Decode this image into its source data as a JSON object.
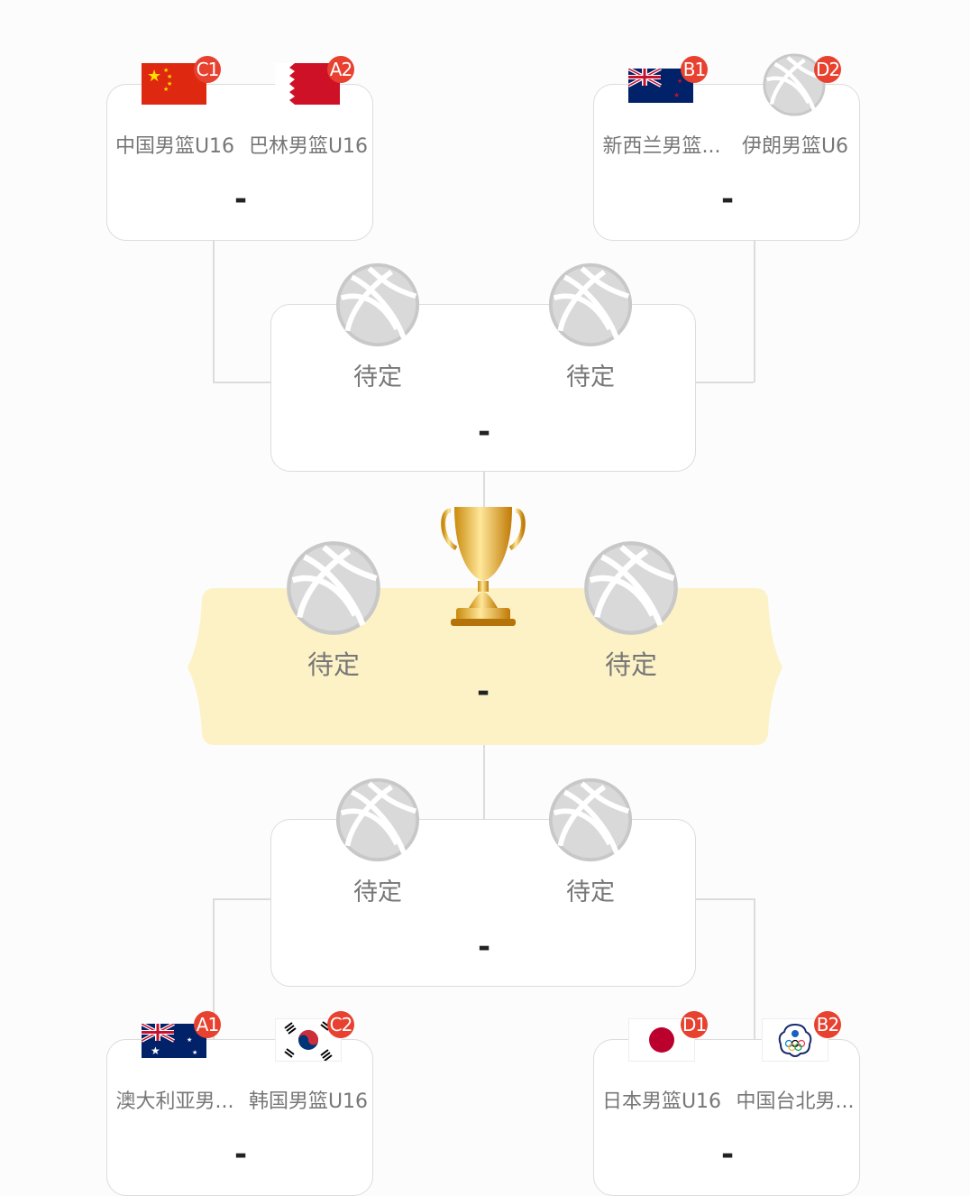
{
  "quarterfinals": [
    {
      "position": "top-left",
      "home": {
        "name": "中国男篮U16",
        "seed": "C1",
        "flag": "china-flag"
      },
      "away": {
        "name": "巴林男篮U16",
        "seed": "A2",
        "flag": "bahrain-flag"
      },
      "score": "-"
    },
    {
      "position": "top-right",
      "home": {
        "name": "新西兰男篮...",
        "seed": "B1",
        "flag": "new-zealand-flag"
      },
      "away": {
        "name": "伊朗男篮U6",
        "seed": "D2",
        "flag": "basketball-placeholder"
      },
      "score": "-"
    },
    {
      "position": "bottom-left",
      "home": {
        "name": "澳大利亚男...",
        "seed": "A1",
        "flag": "australia-flag"
      },
      "away": {
        "name": "韩国男篮U16",
        "seed": "C2",
        "flag": "korea-flag"
      },
      "score": "-"
    },
    {
      "position": "bottom-right",
      "home": {
        "name": "日本男篮U16",
        "seed": "D1",
        "flag": "japan-flag"
      },
      "away": {
        "name": "中国台北男...",
        "seed": "B2",
        "flag": "chinese-taipei-flag"
      },
      "score": "-"
    }
  ],
  "semifinals": [
    {
      "position": "top",
      "home": {
        "name": "待定"
      },
      "away": {
        "name": "待定"
      },
      "score": "-"
    },
    {
      "position": "bottom",
      "home": {
        "name": "待定"
      },
      "away": {
        "name": "待定"
      },
      "score": "-"
    }
  ],
  "final": {
    "home": {
      "name": "待定"
    },
    "away": {
      "name": "待定"
    },
    "score": "-",
    "icon": "trophy-icon"
  },
  "colors": {
    "badge": "#e8412f",
    "final_bg": "#fdf3c8",
    "line": "#dcdcdc",
    "tbd_text": "#777777"
  }
}
